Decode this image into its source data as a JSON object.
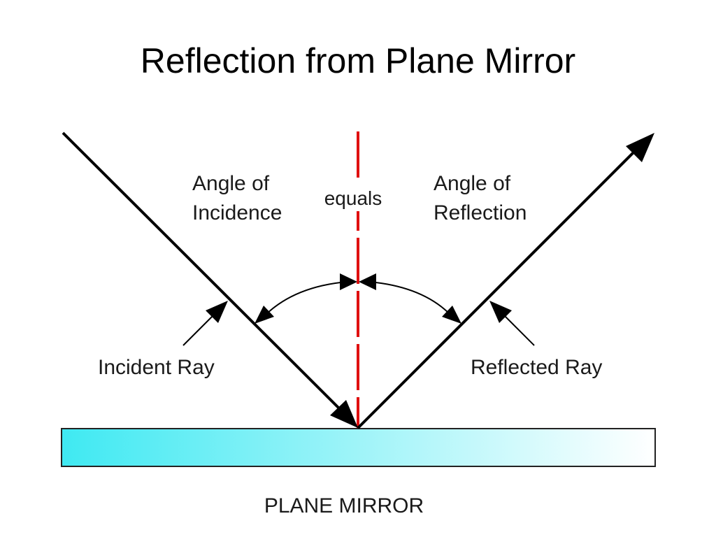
{
  "title": "Reflection from Plane Mirror",
  "labels": {
    "angle_incidence_line1": "Angle of",
    "angle_incidence_line2": "Incidence",
    "equals": "equals",
    "angle_reflection_line1": "Angle of",
    "angle_reflection_line2": "Reflection",
    "incident_ray": "Incident Ray",
    "reflected_ray": "Reflected Ray",
    "plane_mirror": "PLANE MIRROR"
  },
  "colors": {
    "normal_line": "#e01010",
    "rays": "#000000",
    "mirror_start": "#3fe9f2",
    "mirror_end": "#ffffff",
    "mirror_border": "#222222"
  }
}
